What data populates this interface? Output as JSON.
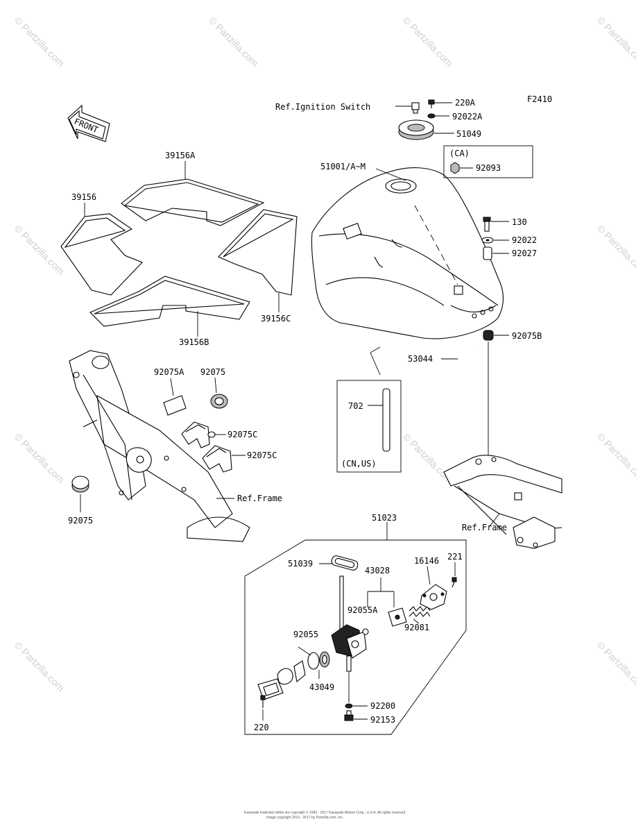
{
  "figure_code": "F2410",
  "front_arrow": "FRONT",
  "watermark": "© Partzilla.com",
  "footer": {
    "line1": "Kawasaki materials within are copyright © 1995 - 2017 Kawasaki Motors Corp., U.S.A. All rights reserved.",
    "line2": "Image copyright 2013 - 2017 by Partzilla.com, Inc."
  },
  "labels": {
    "ref_ignition": "Ref.Ignition Switch",
    "p220A": "220A",
    "p92022A": "92022A",
    "p51049": "51049",
    "ca": "(CA)",
    "p92093": "92093",
    "p51001": "51001/A~M",
    "p130": "130",
    "p92022": "92022",
    "p92027": "92027",
    "p92075B": "92075B",
    "p53044": "53044",
    "p702": "702",
    "cnus": "(CN,US)",
    "ref_frame_right": "Ref.Frame",
    "p39156A": "39156A",
    "p39156": "39156",
    "p39156C": "39156C",
    "p39156B": "39156B",
    "p92075A": "92075A",
    "p92075_top": "92075",
    "p92075C_1": "92075C",
    "p92075C_2": "92075C",
    "ref_frame_left": "Ref.Frame",
    "p92075_left": "92075",
    "p51023": "51023",
    "p51039": "51039",
    "p43028": "43028",
    "p16146": "16146",
    "p221": "221",
    "p92055A": "92055A",
    "p92081": "92081",
    "p92055": "92055",
    "p43049": "43049",
    "p92200": "92200",
    "p92153": "92153",
    "p220": "220"
  }
}
